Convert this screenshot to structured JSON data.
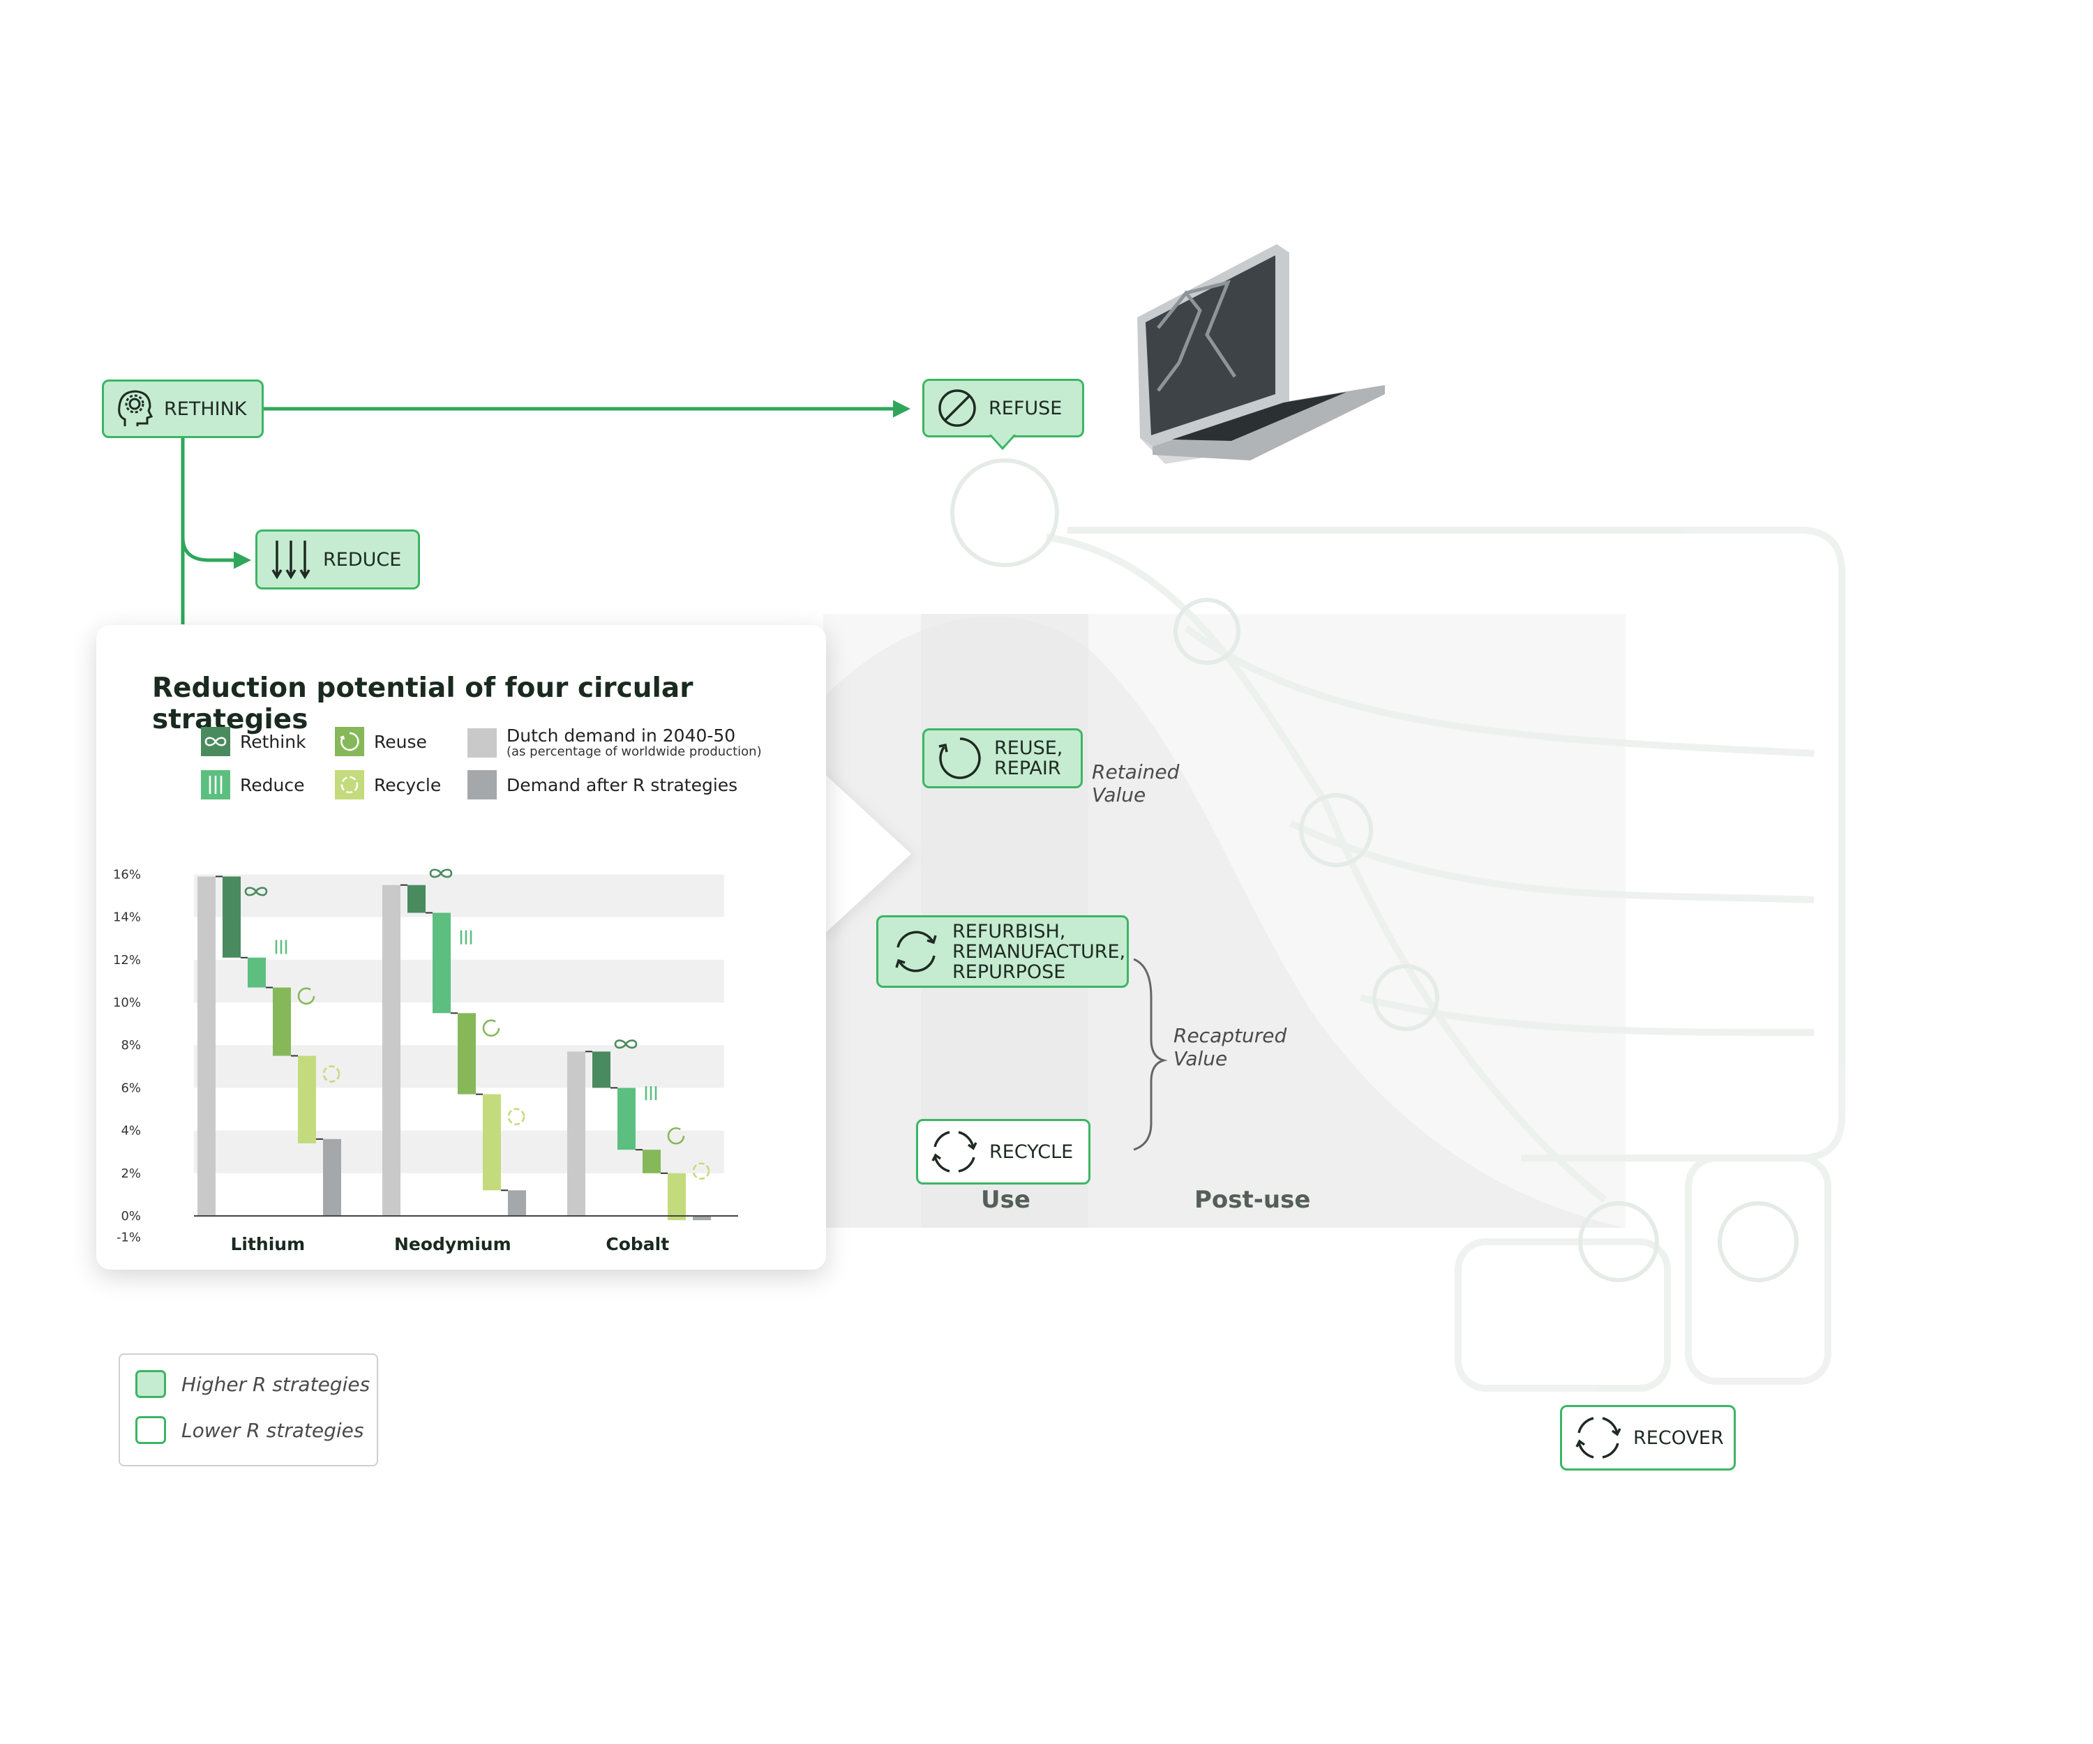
{
  "strategies": {
    "rethink": "RETHINK",
    "refuse": "REFUSE",
    "reduce": "REDUCE",
    "reuse_repair": [
      "REUSE,",
      "REPAIR"
    ],
    "refurbish": [
      "REFURBISH,",
      "REMANUFACTURE,",
      "REPURPOSE"
    ],
    "recycle": "RECYCLE",
    "recover": "RECOVER"
  },
  "value_notes": {
    "retained": [
      "Retained",
      "Value"
    ],
    "recaptured": [
      "Recaptured",
      "Value"
    ]
  },
  "phases": {
    "use": "Use",
    "post_use": "Post-use"
  },
  "strategy_legend": {
    "higher": "Higher R strategies",
    "lower": "Lower R strategies"
  },
  "colors": {
    "accent": "#3cb563",
    "box_fill": "#c5ecd1",
    "rethink": "#4a8a5f",
    "reduce": "#5cbf80",
    "reuse": "#86b85a",
    "recycle": "#c3db7c",
    "demand": "#c9c9c9",
    "after": "#a4a8ab",
    "band": "#f0f0f0"
  },
  "chart_data": {
    "type": "bar",
    "subtype": "waterfall",
    "title": "Reduction potential of four circular strategies",
    "legend": [
      {
        "key": "rethink",
        "label": "Rethink",
        "icon": "infinity-icon"
      },
      {
        "key": "reuse",
        "label": "Reuse",
        "icon": "reuse-circle-icon"
      },
      {
        "key": "demand",
        "label": "Dutch demand in 2040-50",
        "sublabel": "(as percentage of worldwide production)",
        "icon": ""
      },
      {
        "key": "reduce",
        "label": "Reduce",
        "icon": "reduce-bars-icon"
      },
      {
        "key": "recycle",
        "label": "Recycle",
        "icon": "recycle-dashed-circle-icon"
      },
      {
        "key": "after",
        "label": "Demand after R strategies",
        "icon": ""
      }
    ],
    "legend_position": "top",
    "categories": [
      "Lithium",
      "Neodymium",
      "Cobalt"
    ],
    "unit": "% of worldwide production",
    "ylim": [
      -1,
      16
    ],
    "yticks": [
      -1,
      0,
      2,
      4,
      6,
      8,
      10,
      12,
      14,
      16
    ],
    "ytick_labels": [
      "-1%",
      "0%",
      "2%",
      "4%",
      "6%",
      "8%",
      "10%",
      "12%",
      "14%",
      "16%"
    ],
    "grid": "alternating horizontal bands",
    "series": [
      {
        "key": "demand",
        "name": "Dutch demand in 2040-50",
        "values": [
          15.9,
          15.5,
          7.7
        ]
      },
      {
        "key": "rethink",
        "name": "Rethink",
        "values": [
          -3.8,
          -1.3,
          -1.7
        ]
      },
      {
        "key": "reduce",
        "name": "Reduce",
        "values": [
          -1.4,
          -4.7,
          -2.9
        ]
      },
      {
        "key": "reuse",
        "name": "Reuse",
        "values": [
          -3.2,
          -3.8,
          -1.1
        ]
      },
      {
        "key": "recycle",
        "name": "Recycle",
        "values": [
          -4.1,
          -4.5,
          -2.2
        ]
      },
      {
        "key": "after",
        "name": "Demand after R strategies",
        "values": [
          3.6,
          1.2,
          -0.2
        ]
      }
    ]
  }
}
